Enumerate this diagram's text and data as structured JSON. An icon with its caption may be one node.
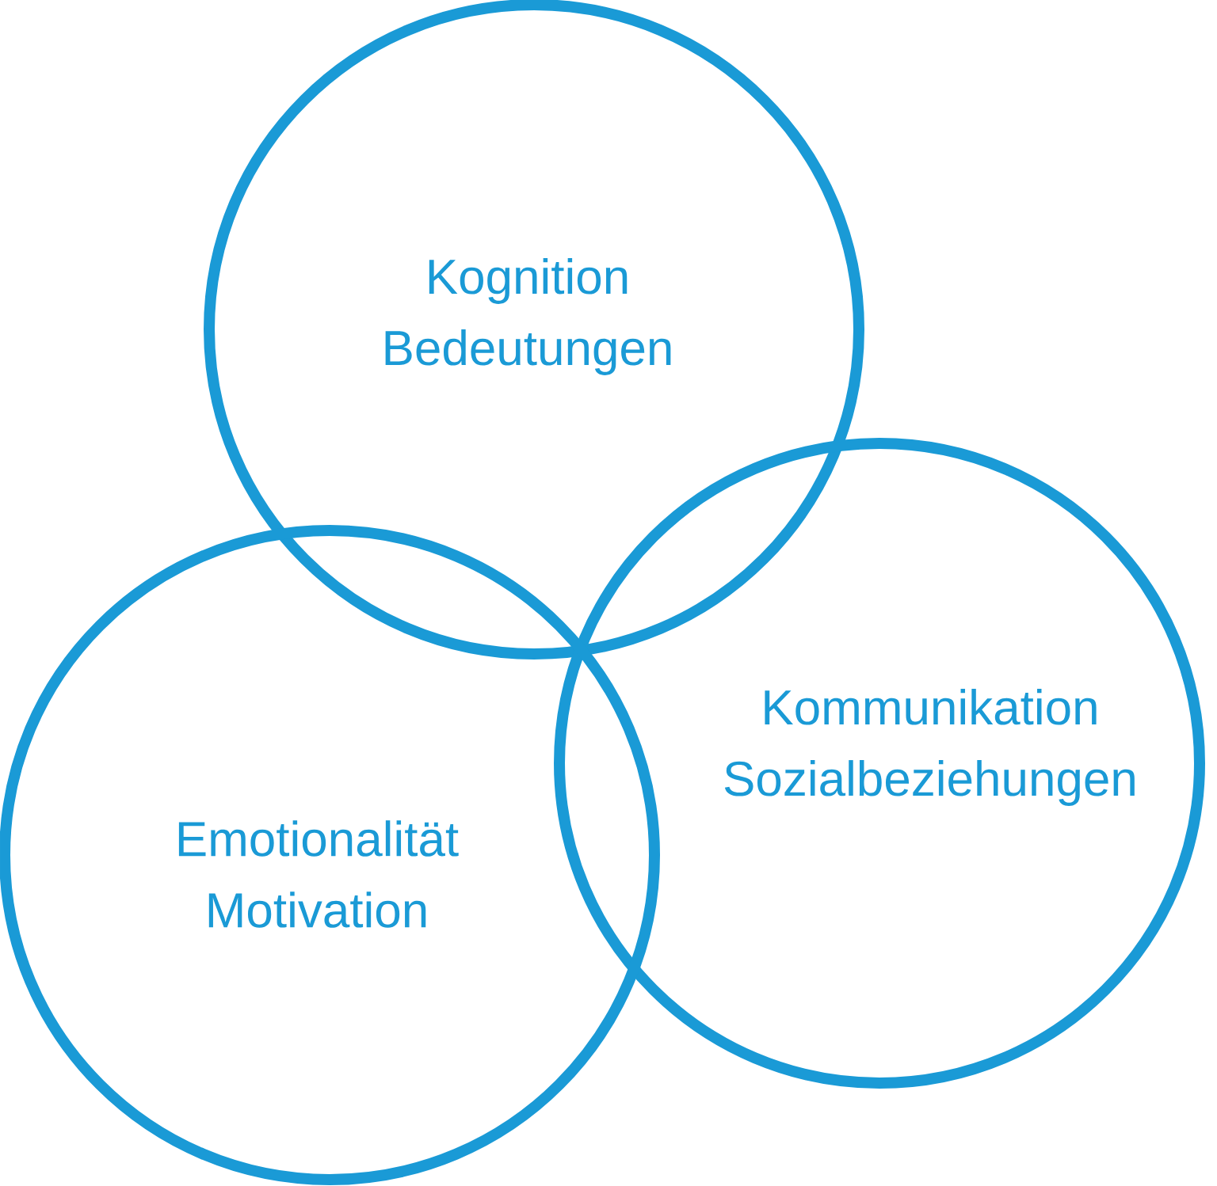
{
  "diagram": {
    "nodes": [
      {
        "text": [
          "Kognition",
          "Bedeutungen"
        ]
      },
      {
        "text": [
          "Kommunikation",
          "Sozialbeziehungen"
        ]
      },
      {
        "text": [
          "Emotionalität",
          "Motivation"
        ]
      }
    ]
  }
}
